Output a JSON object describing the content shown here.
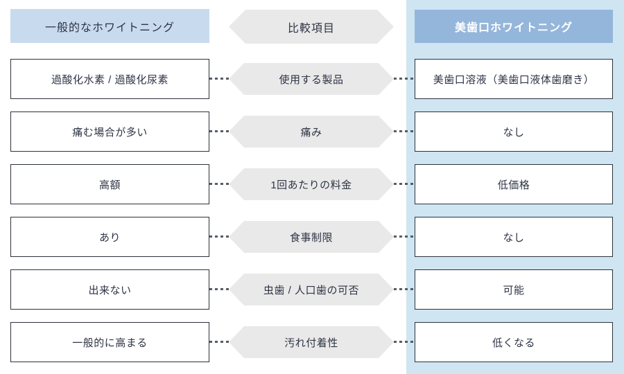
{
  "colors": {
    "left_header_bg": "#c8daee",
    "right_header_bg": "#95b6db",
    "right_panel_bg": "#cfe5f2",
    "hexagon_bg": "#e9e9e9",
    "box_border": "#2b303c",
    "text": "#2e3444",
    "connector": "#565b66"
  },
  "table": {
    "left_header": "一般的なホワイトニング",
    "center_header": "比較項目",
    "right_header": "美歯口ホワイトニング",
    "rows": [
      {
        "item": "使用する製品",
        "left": "過酸化水素 / 過酸化尿素",
        "right": "美歯口溶液（美歯口液体歯磨き）"
      },
      {
        "item": "痛み",
        "left": "痛む場合が多い",
        "right": "なし"
      },
      {
        "item": "1回あたりの料金",
        "left": "高額",
        "right": "低価格"
      },
      {
        "item": "食事制限",
        "left": "あり",
        "right": "なし"
      },
      {
        "item": "虫歯 / 人口歯の可否",
        "left": "出来ない",
        "right": "可能"
      },
      {
        "item": "汚れ付着性",
        "left": "一般的に高まる",
        "right": "低くなる"
      }
    ]
  }
}
